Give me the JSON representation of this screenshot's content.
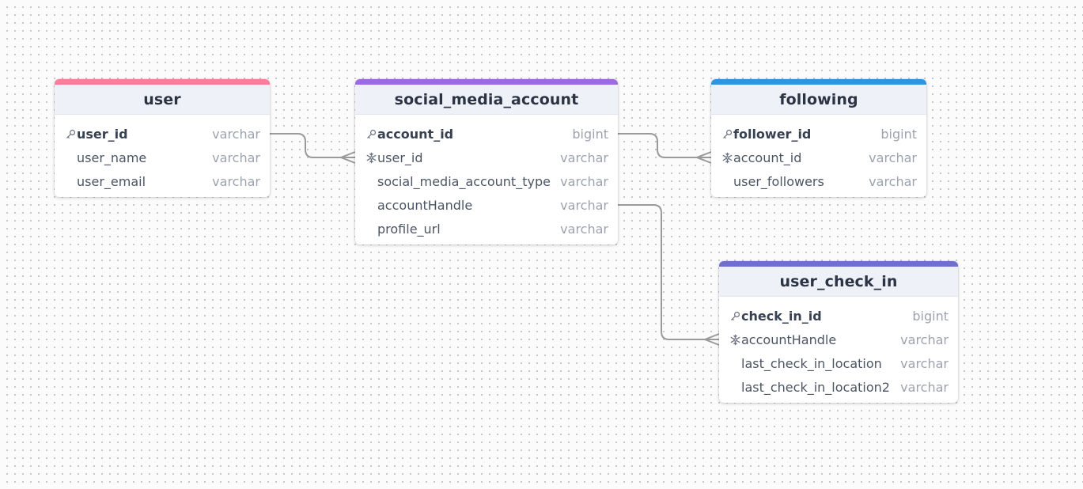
{
  "tables": [
    {
      "id": "user",
      "name": "user",
      "accent": "#fb7c9b",
      "rows": [
        {
          "name": "user_id",
          "type": "varchar",
          "key": "pk"
        },
        {
          "name": "user_name",
          "type": "varchar",
          "key": "none"
        },
        {
          "name": "user_email",
          "type": "varchar",
          "key": "none"
        }
      ]
    },
    {
      "id": "social_media_account",
      "name": "social_media_account",
      "accent": "#9f6ae0",
      "rows": [
        {
          "name": "account_id",
          "type": "bigint",
          "key": "pk"
        },
        {
          "name": "user_id",
          "type": "varchar",
          "key": "fk"
        },
        {
          "name": "social_media_account_type",
          "type": "varchar",
          "key": "none"
        },
        {
          "name": "accountHandle",
          "type": "varchar",
          "key": "none"
        },
        {
          "name": "profile_url",
          "type": "varchar",
          "key": "none"
        }
      ]
    },
    {
      "id": "following",
      "name": "following",
      "accent": "#2e95de",
      "rows": [
        {
          "name": "follower_id",
          "type": "bigint",
          "key": "pk"
        },
        {
          "name": "account_id",
          "type": "varchar",
          "key": "fk"
        },
        {
          "name": "user_followers",
          "type": "varchar",
          "key": "none"
        }
      ]
    },
    {
      "id": "user_check_in",
      "name": "user_check_in",
      "accent": "#6e6fcf",
      "rows": [
        {
          "name": "check_in_id",
          "type": "bigint",
          "key": "pk"
        },
        {
          "name": "accountHandle",
          "type": "varchar",
          "key": "fk"
        },
        {
          "name": "last_check_in_location",
          "type": "varchar",
          "key": "none"
        },
        {
          "name": "last_check_in_location2",
          "type": "varchar",
          "key": "none"
        }
      ]
    }
  ],
  "relations": [
    {
      "from": "user.user_id",
      "to": "social_media_account.user_id",
      "cardinality": "one-to-many"
    },
    {
      "from": "social_media_account.account_id",
      "to": "following.account_id",
      "cardinality": "one-to-many"
    },
    {
      "from": "social_media_account.accountHandle",
      "to": "user_check_in.accountHandle",
      "cardinality": "one-to-many"
    }
  ],
  "icons": {
    "pk": "key-icon",
    "fk": "snowflake-icon"
  }
}
